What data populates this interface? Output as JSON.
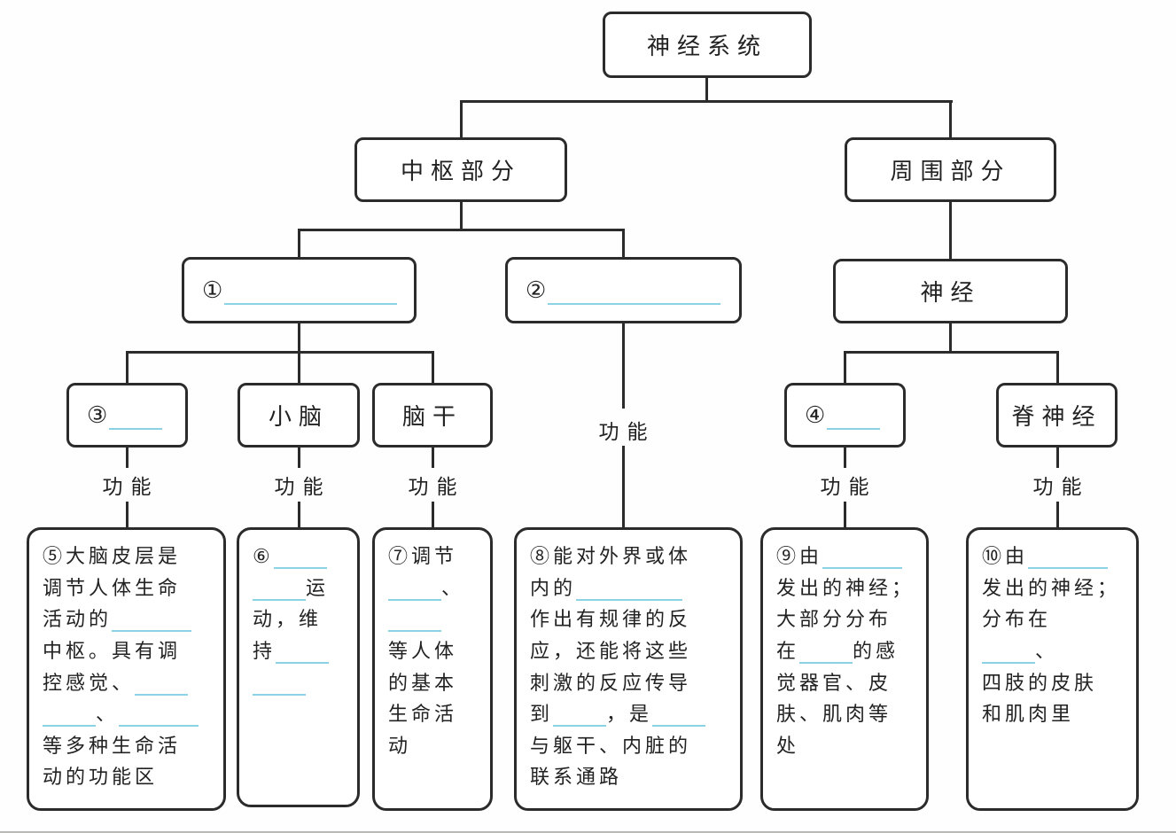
{
  "palette": {
    "line": "#2b2b2b",
    "box_border": "#2b2b2b",
    "blank": "#8ad2e4",
    "background": "#fefefe",
    "text": "#222222"
  },
  "labels": {
    "function": "功能"
  },
  "tree": {
    "root": "神经系统",
    "central": "中枢部分",
    "peripheral": "周围部分",
    "node1": "①_____________",
    "node2": "②_____________",
    "nerve": "神经",
    "node3": "③____",
    "cerebellum": "小脑",
    "brainstem": "脑干",
    "node4": "④____",
    "spinal_nerve": "脊神经"
  },
  "descriptions": {
    "d5": "⑤大脑皮层是\n调节人体生命\n活动的______\n中枢。具有调\n控感觉、____\n____、______\n等多种生命活\n动的功能区",
    "d6": "⑥____\n____运\n动，维\n持____\n____",
    "d7": "⑦调节\n____、\n____\n等人体\n的基本\n生命活\n动",
    "d8": "⑧能对外界或体\n内的________\n作出有规律的反\n应，还能将这些\n刺激的反应传导\n到____，是____\n与躯干、内脏的\n联系通路",
    "d9": "⑨由______\n发出的神经；\n大部分分布\n在____的感\n觉器官、皮\n肤、肌肉等\n处",
    "d10": "⑩由______\n发出的神经；\n分布在____、\n四肢的皮肤\n和肌肉里"
  }
}
